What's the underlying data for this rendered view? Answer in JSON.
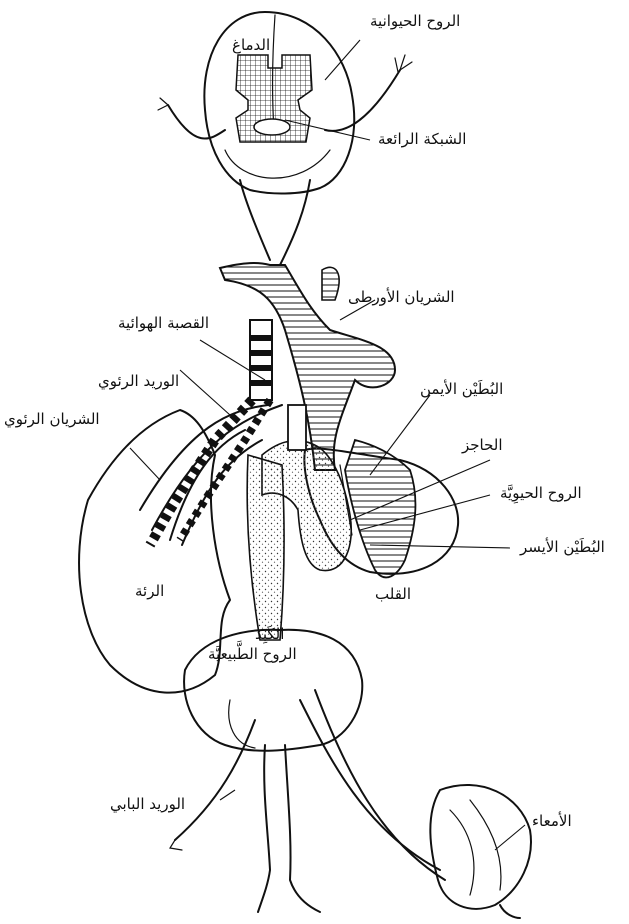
{
  "labels": {
    "animal_spirit": "الروح الحيوانية",
    "brain": "الدماغ",
    "rete_mirabile": "الشبكة الرائعة",
    "aorta": "الشريان الأورطى",
    "trachea": "القصبة الهوائية",
    "pulmonary_vein": "الوريد الرئوي",
    "right_ventricle": "البُطَيْن الأيمن",
    "pulmonary_artery": "الشريان الرئوي",
    "septum": "الحاجز",
    "vital_spirit": "الروح الحيوِيَّة",
    "left_ventricle": "البُطَيْن الأيسر",
    "lung": "الرئة",
    "heart": "القلب",
    "liver": "الكَبِد",
    "natural_spirit": "الروح الطَّبيعيَّة",
    "portal_vein": "الوريد البابي",
    "intestines": "الأمعاء"
  }
}
